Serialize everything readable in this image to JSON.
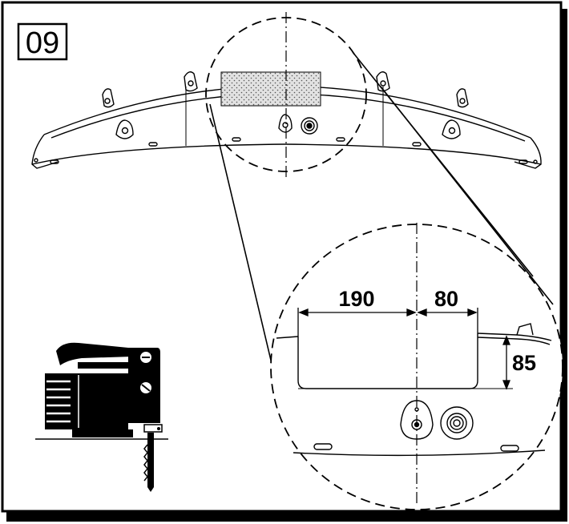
{
  "step_number": "09",
  "dimensions": {
    "left_width": "190",
    "right_width": "80",
    "height": "85"
  },
  "colors": {
    "line": "#000000",
    "paper": "#ffffff",
    "cut_area_fill": "#dcdcdc"
  },
  "icons": [
    "jigsaw-icon",
    "centre-axis",
    "mounting-tab",
    "bolt-boss"
  ]
}
